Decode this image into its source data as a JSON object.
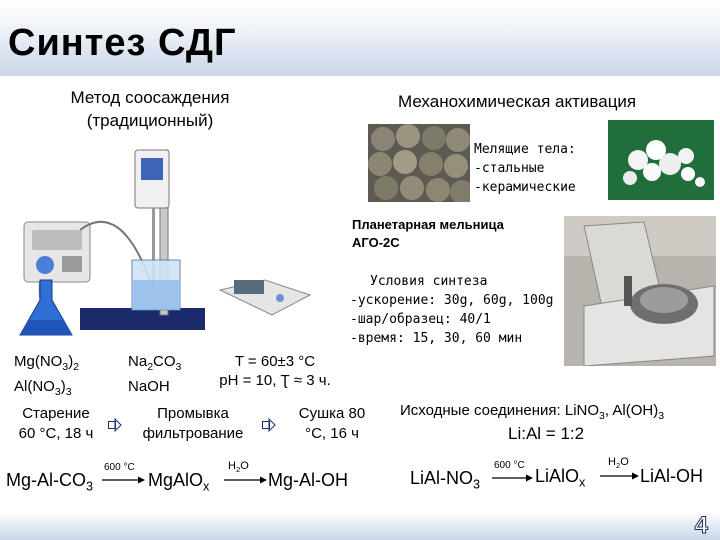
{
  "header": {
    "title": "Синтез СДГ"
  },
  "left": {
    "method_line1": "Метод соосаждения",
    "method_line2": "(традиционный)",
    "reagents1_line1": "Mg(NO",
    "reagents1_sub1": "3",
    "reagents1_end1": ")",
    "reagents1_sub1b": "2",
    "reagents1_line2": "Al(NO",
    "reagents1_sub2": "3",
    "reagents1_end2": ")",
    "reagents1_sub2b": "3",
    "reagents2_line1": "Na",
    "reagents2_sub1": "2",
    "reagents2_mid1": "CO",
    "reagents2_sub1b": "3",
    "reagents2_line2": "NaOH",
    "conditions_line1": "T = 60±3 °C",
    "conditions_line2": "pH = 10, Ʈ ≈ 3 ч.",
    "step1_line1": "Старение",
    "step1_line2": "60 °C, 18 ч",
    "step2_line1": "Промывка",
    "step2_line2": "фильтрование",
    "step3_line1": "Сушка 80",
    "step3_line2": "°C, 16 ч",
    "product_start": "Mg-Al-CO",
    "product_start_sub": "3",
    "arrow1_label": "600 °C",
    "product_mid": "MgAlO",
    "product_mid_sub": "x",
    "arrow2_label": "H",
    "arrow2_label_sub": "2",
    "arrow2_label_end": "O",
    "product_end": "Mg-Al-OH"
  },
  "right": {
    "method": "Механохимическая активация",
    "media_title": "Мелящие тела:",
    "media_item1": "-стальные",
    "media_item2": "-керамические",
    "mill_line1": "Планетарная мельница",
    "mill_line2": "АГО-2С",
    "cond_title": "Условия синтеза",
    "cond_item1": "-ускорение: 30g, 60g, 100g",
    "cond_item2": "-шар/образец: 40/1",
    "cond_item3": "-время: 15, 30, 60 мин",
    "source_label": "Исходные соединения:",
    "source_values": "LiNO",
    "source_sub": "3",
    "source_values2": ", Al(OH)",
    "source_sub2": "3",
    "ratio": "Li:Al = 1:2",
    "product_start": "LiAl-NO",
    "product_start_sub": "3",
    "arrow1_label": "600 °C",
    "product_mid": "LiAlO",
    "product_mid_sub": "x",
    "arrow2_label": "H",
    "arrow2_label_sub": "2",
    "arrow2_label_end": "O",
    "product_end": "LiAl-OH"
  },
  "footer": {
    "page_number": "4"
  },
  "colors": {
    "title_gradient": "#c9d5e8",
    "flask_blue": "#2f6fd6",
    "arrow": "#1c2f6e"
  }
}
